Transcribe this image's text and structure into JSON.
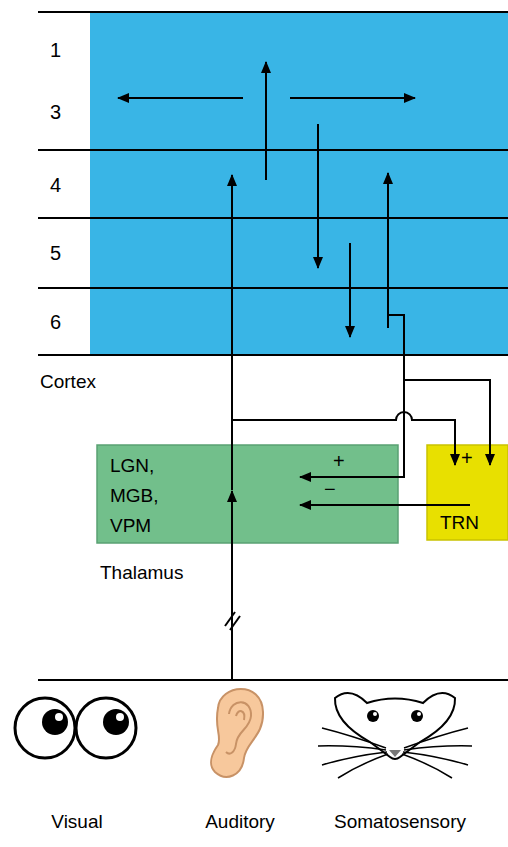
{
  "diagram": {
    "nodes": [
      {
        "text": [
          "Cortex"
        ]
      },
      {
        "text": [
          "LGN, MGB, VPM",
          "Thalamus"
        ]
      },
      {
        "text": [
          "TRN"
        ]
      }
    ],
    "edges": [
      {
        "from": 1,
        "to": 0,
        "arrow": "to"
      },
      {
        "from": 1,
        "to": 2,
        "arrow": "to"
      },
      {
        "from": 0,
        "to": 1,
        "arrow": "to"
      },
      {
        "from": 0,
        "to": 2,
        "arrow": "to"
      },
      {
        "from": 2,
        "to": 1,
        "arrow": "to"
      }
    ],
    "labels": [
      "1",
      "3",
      "4",
      "5",
      "6",
      "+",
      "−",
      "+",
      "Visual",
      "Auditory",
      "Somatosensory"
    ]
  }
}
